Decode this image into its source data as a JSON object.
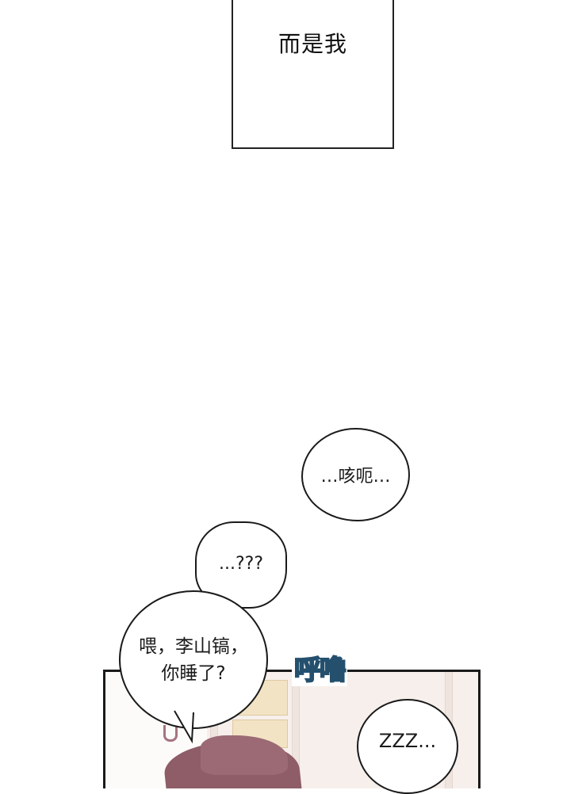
{
  "panels": {
    "top": {
      "caption": "而是我"
    }
  },
  "bubbles": {
    "cough": "…咳呃…",
    "question": "...???",
    "hey": {
      "line1": "喂，李山镐，",
      "line2": "你睡了?"
    },
    "zzz": "ZZZ..."
  },
  "sfx": {
    "snore": "呼噜"
  },
  "colors": {
    "background": "#ffffff",
    "panel_border": "#1a1a1a",
    "sfx_fill": "#c9e2f2",
    "sfx_outline": "#24506e",
    "blanket": "#8e5d68",
    "boxes": "#f2e3c4",
    "wall": "#f6efeb"
  }
}
